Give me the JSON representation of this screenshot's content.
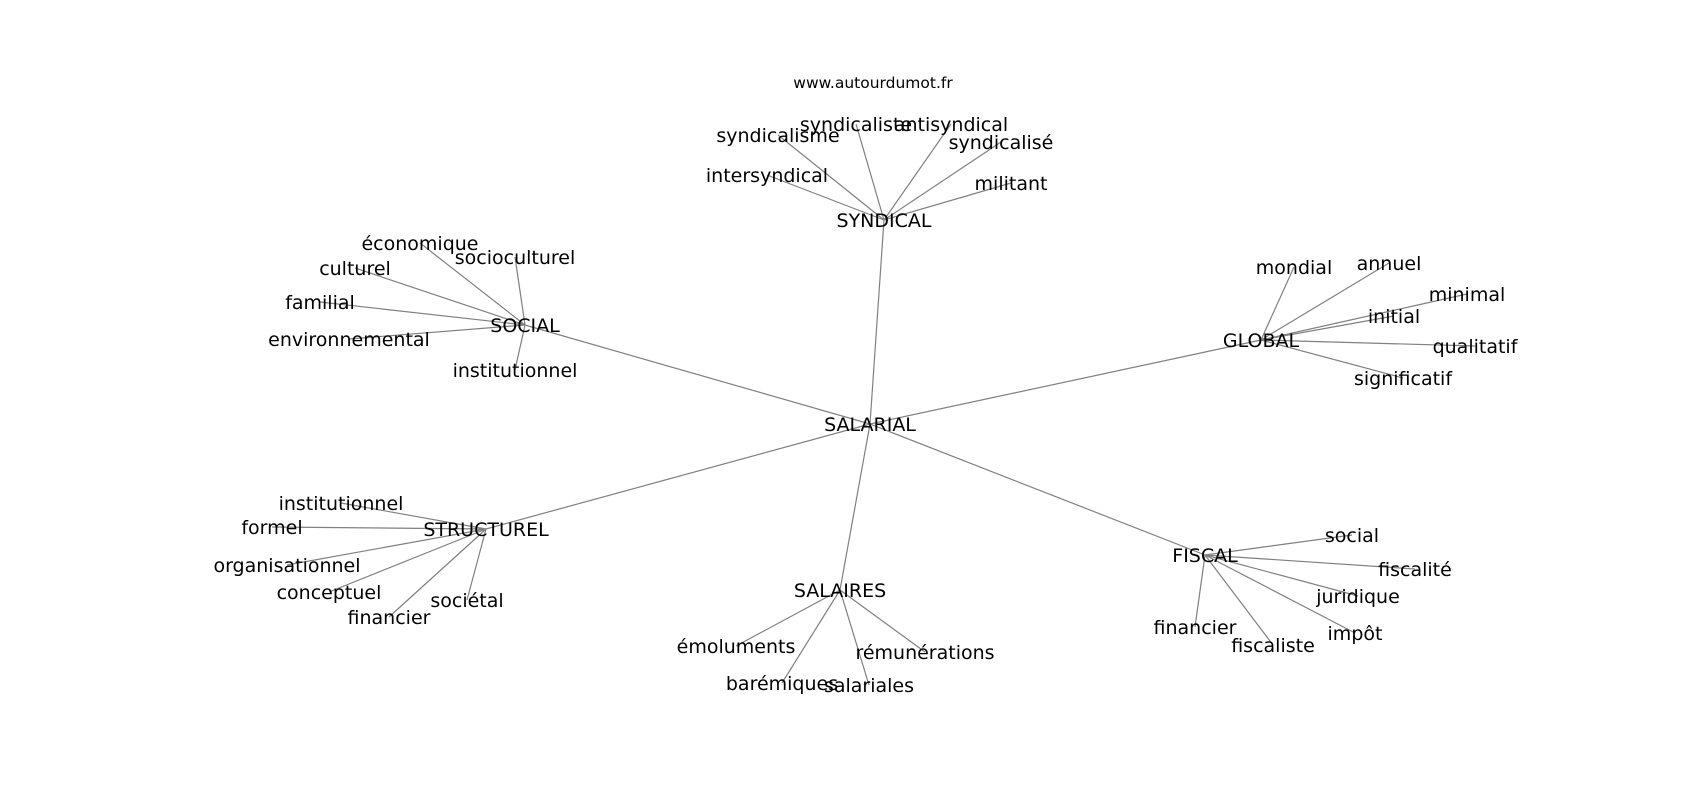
{
  "header": {
    "source": "www.autourdumot.fr"
  },
  "center": {
    "label": "SALARIAL"
  },
  "clusters": [
    {
      "label": "SYNDICAL",
      "words": [
        "syndicalisme",
        "syndicaliste",
        "antisyndical",
        "syndicalisé",
        "intersyndical",
        "militant"
      ]
    },
    {
      "label": "SOCIAL",
      "words": [
        "économique",
        "socioculturel",
        "culturel",
        "familial",
        "environnemental",
        "institutionnel"
      ]
    },
    {
      "label": "GLOBAL",
      "words": [
        "mondial",
        "annuel",
        "minimal",
        "initial",
        "qualitatif",
        "significatif"
      ]
    },
    {
      "label": "STRUCTUREL",
      "words": [
        "institutionnel",
        "formel",
        "organisationnel",
        "conceptuel",
        "financier",
        "sociétal"
      ]
    },
    {
      "label": "SALAIRES",
      "words": [
        "émoluments",
        "rémunérations",
        "barémiques",
        "salariales"
      ]
    },
    {
      "label": "FISCAL",
      "words": [
        "social",
        "fiscalité",
        "juridique",
        "financier",
        "impôt",
        "fiscaliste"
      ]
    }
  ]
}
